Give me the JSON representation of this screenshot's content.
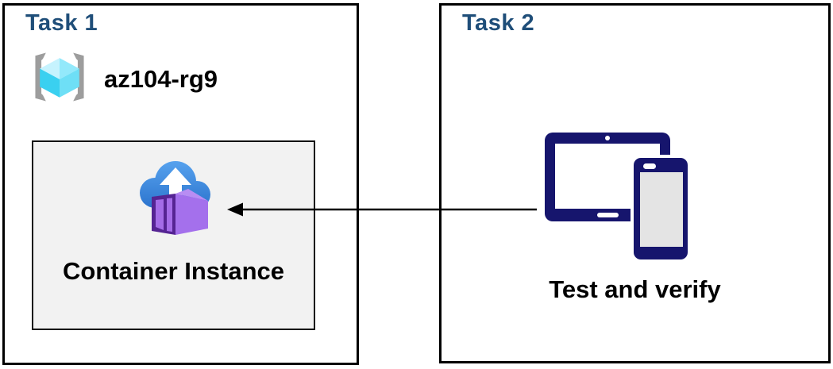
{
  "canvas": {
    "background": "#ffffff"
  },
  "colors": {
    "title_blue": "#1f4e79",
    "box_border": "#000000",
    "card_background": "#f2f2f2",
    "device_navy": "#16156d",
    "cloud_blue_top": "#57a2ee",
    "cloud_blue_bottom": "#2a72cc",
    "container_purple_dark": "#552493",
    "container_purple_panel": "#a46ce8",
    "container_purple_side": "#a470ec",
    "container_purple_top": "#b88df3",
    "cube_cyan_light": "#c6f3fe",
    "cube_cyan_mid": "#93e9fb",
    "cube_cyan_left": "#3ad0f0",
    "cube_cyan_right": "#6edff6",
    "bracket_gray": "#9d9d9d",
    "arrow_black": "#000000"
  },
  "task1": {
    "title": "Task 1",
    "resource_group": {
      "icon": "resource-group-icon",
      "name": "az104-rg9"
    },
    "container_instance": {
      "icon": "container-instances-icon",
      "label": "Container Instance"
    }
  },
  "task2": {
    "title": "Task 2",
    "devices": {
      "icon": "devices-icon",
      "label": "Test and verify"
    }
  },
  "arrow": {
    "from": "task2-devices",
    "to": "task1-container-instance",
    "direction": "right-to-left"
  }
}
